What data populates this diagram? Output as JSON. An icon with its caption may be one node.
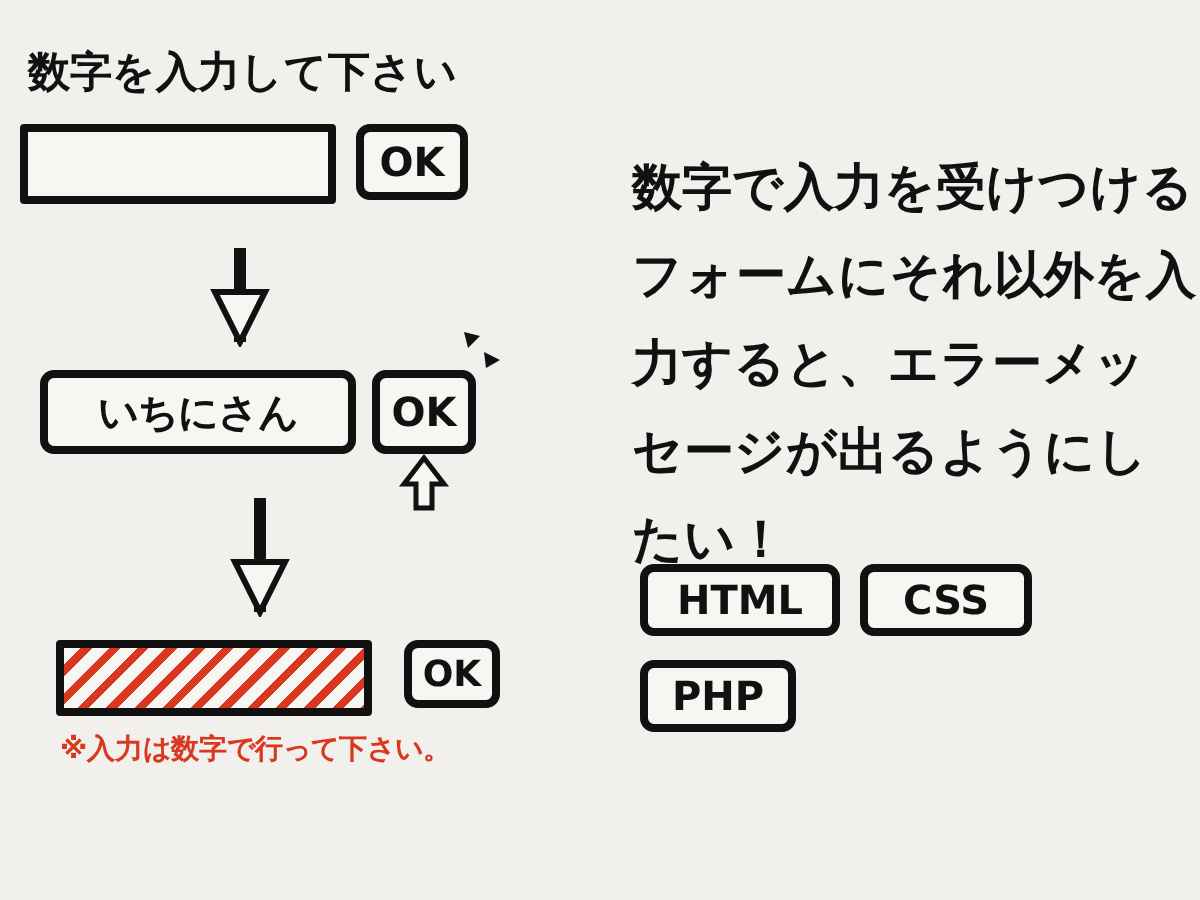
{
  "diagram": {
    "nodes": [
      {
        "text": [],
        "shape": "box"
      },
      {
        "text": [
          "OK"
        ]
      },
      {
        "text": [
          "いちにさん"
        ]
      },
      {
        "text": [
          "OK"
        ]
      },
      {
        "text": [],
        "shape": "box",
        "beside": [
          "※入力は数字で行って下さい。"
        ]
      },
      {
        "text": [
          "OK"
        ]
      },
      {
        "text": [
          "HTML"
        ]
      },
      {
        "text": [
          "CSS"
        ]
      },
      {
        "text": [
          "PHP"
        ]
      }
    ],
    "edges": [
      {
        "from": 0,
        "to": 2,
        "arrow": "to"
      },
      {
        "from": 2,
        "to": 4,
        "arrow": "to"
      }
    ],
    "labels": [
      "数字を入力して下さい",
      "数字で入力を受けつけるフォームにそれ以外を入力すると、エラーメッセージが出るようにしたい！"
    ]
  }
}
